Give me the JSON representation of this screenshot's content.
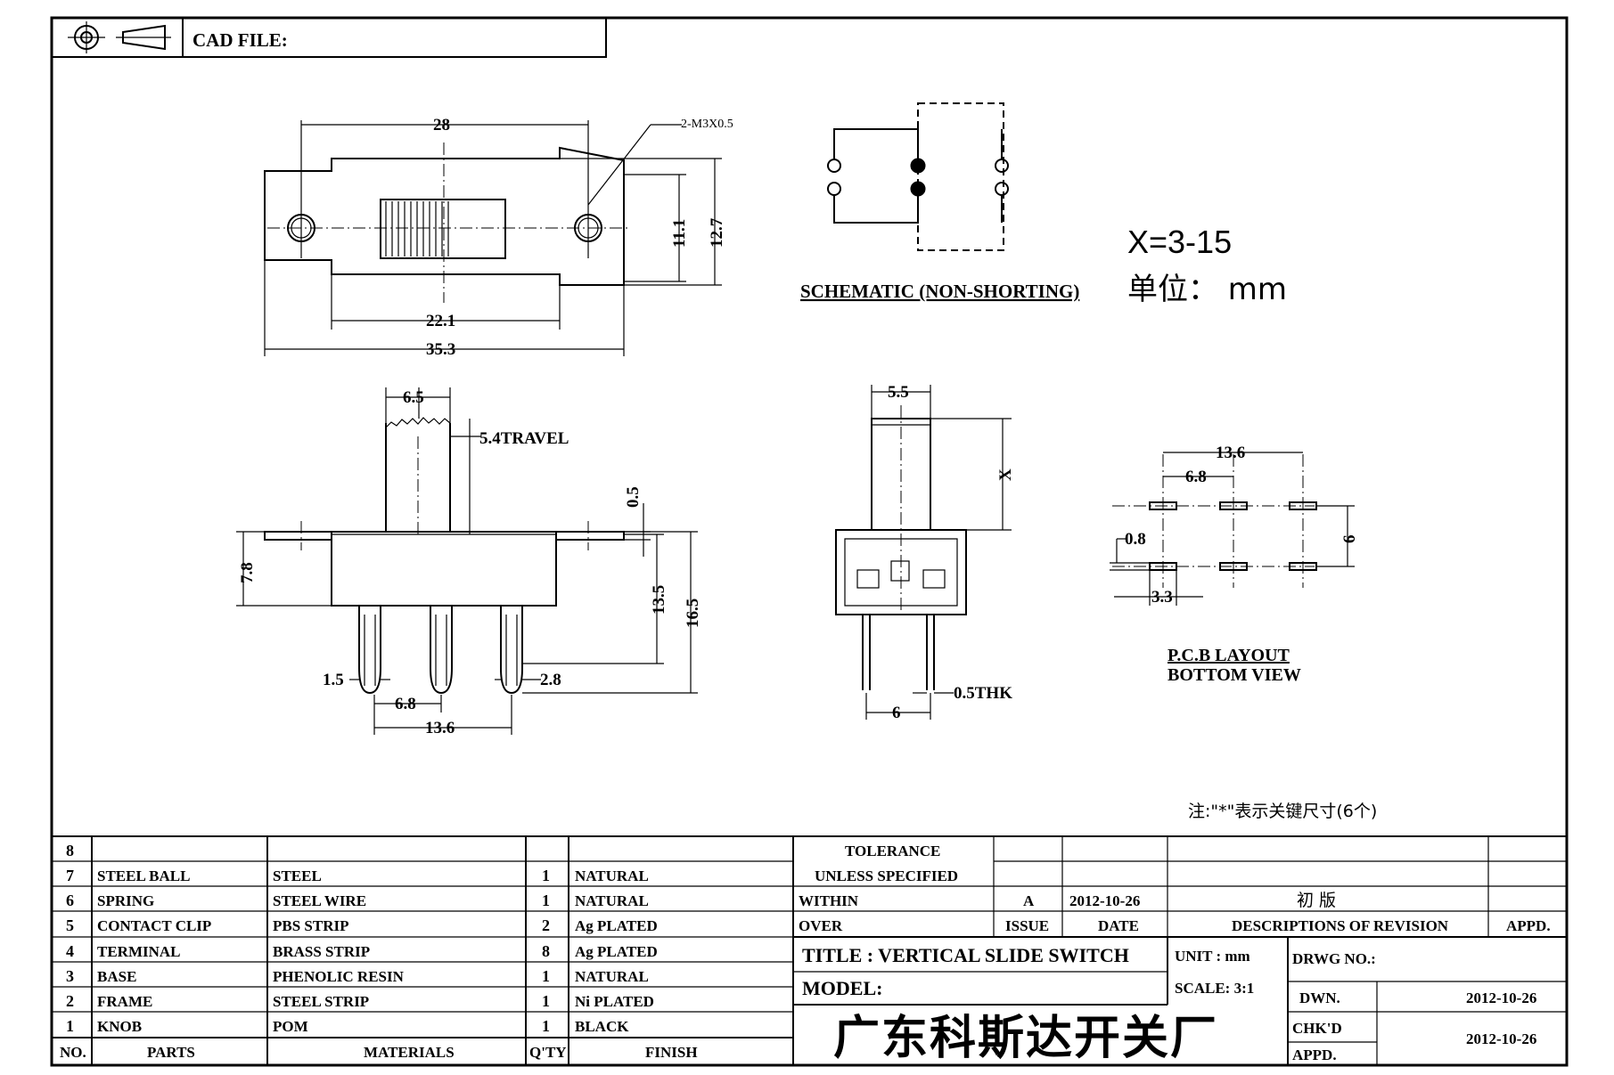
{
  "header": {
    "cad_file_label": "CAD FILE:"
  },
  "top_view": {
    "dim_width": "28",
    "dim_thread": "2-M3X0.5",
    "dim_inner_height": "11.1",
    "dim_outer_height": "12.7",
    "dim_slot": "22.1",
    "dim_total": "35.3"
  },
  "schematic": {
    "label": "SCHEMATIC (NON-SHORTING)"
  },
  "spec_note": {
    "x_range": "X=3-15",
    "unit_line": "单位： mm"
  },
  "side_view": {
    "dim_knob": "6.5",
    "dim_travel": "5.4TRAVEL",
    "dim_flange": "0.5",
    "dim_body": "7.8",
    "dim_13_5": "13.5",
    "dim_16_5": "16.5",
    "dim_pin_dia": "1.5",
    "dim_pin_width": "2.8",
    "dim_pitch": "6.8",
    "dim_span": "13.6"
  },
  "end_view": {
    "dim_knob_width": "5.5",
    "dim_x": "X",
    "dim_thk": "0.5THK",
    "dim_pin_gap": "6"
  },
  "pcb_layout": {
    "dim_span": "13.6",
    "dim_pitch": "6.8",
    "dim_row": "6",
    "dim_pad": "0.8",
    "dim_offset": "3.3",
    "title": "P.C.B LAYOUT",
    "subtitle": "BOTTOM VIEW"
  },
  "note": "注:\"*\"表示关键尺寸(6个)",
  "bom": {
    "headers": {
      "no": "NO.",
      "parts": "PARTS",
      "materials": "MATERIALS",
      "qty": "Q'TY",
      "finish": "FINISH"
    },
    "rows": [
      {
        "no": "8",
        "part": "",
        "material": "",
        "qty": "",
        "finish": ""
      },
      {
        "no": "7",
        "part": "STEEL BALL",
        "material": "STEEL",
        "qty": "1",
        "finish": "NATURAL"
      },
      {
        "no": "6",
        "part": "SPRING",
        "material": "STEEL WIRE",
        "qty": "1",
        "finish": "NATURAL"
      },
      {
        "no": "5",
        "part": "CONTACT CLIP",
        "material": "PBS STRIP",
        "qty": "2",
        "finish": "Ag PLATED"
      },
      {
        "no": "4",
        "part": "TERMINAL",
        "material": "BRASS STRIP",
        "qty": "8",
        "finish": "Ag PLATED"
      },
      {
        "no": "3",
        "part": "BASE",
        "material": "PHENOLIC RESIN",
        "qty": "1",
        "finish": "NATURAL"
      },
      {
        "no": "2",
        "part": "FRAME",
        "material": "STEEL STRIP",
        "qty": "1",
        "finish": "Ni PLATED"
      },
      {
        "no": "1",
        "part": "KNOB",
        "material": "POM",
        "qty": "1",
        "finish": "BLACK"
      }
    ]
  },
  "tolerance": {
    "line1": "TOLERANCE",
    "line2": "UNLESS  SPECIFIED",
    "within": "WITHIN",
    "over": "OVER"
  },
  "revision": {
    "issue": "A",
    "date": "2012-10-26",
    "description": "初  版",
    "issue_label": "ISSUE",
    "date_label": "DATE",
    "desc_label": "DESCRIPTIONS OF REVISION",
    "appd_label": "APPD."
  },
  "title_block": {
    "title": "TITLE :  VERTICAL SLIDE SWITCH",
    "model": "MODEL:",
    "unit": "UNIT :  mm",
    "scale": "SCALE:  3:1",
    "drwg_no": "DRWG NO.:",
    "dwn_label": "DWN.",
    "dwn_date": "2012-10-26",
    "chkd_label": "CHK'D",
    "chkd_date": "2012-10-26",
    "appd_label": "APPD.",
    "company": "广东科斯达开关厂"
  }
}
